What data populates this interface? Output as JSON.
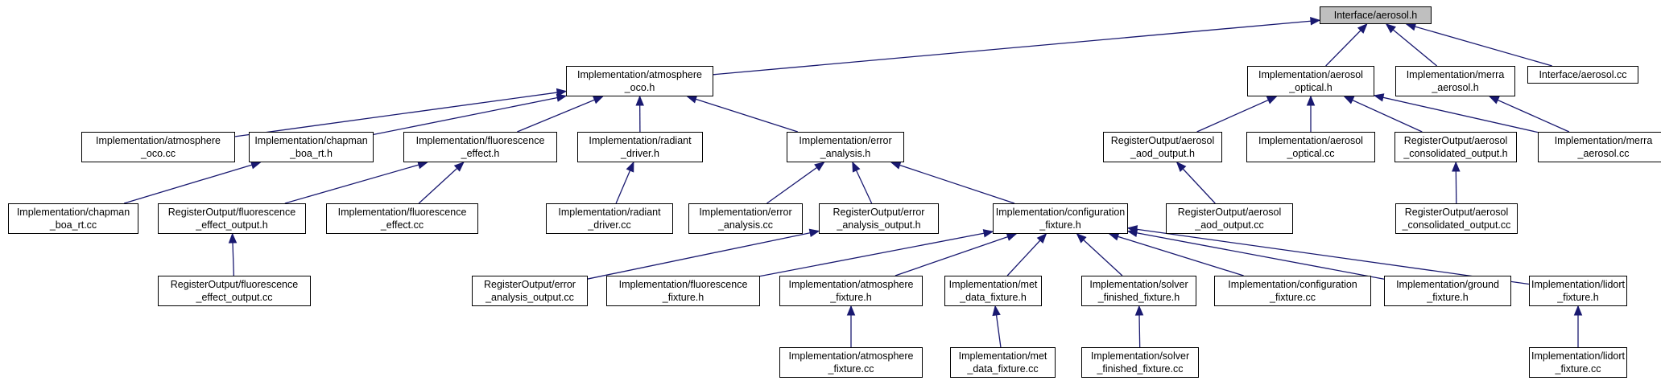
{
  "graph": {
    "edge_color": "#191970",
    "root_fill": "#bfbfbf",
    "nodes": [
      {
        "id": "n0",
        "lines": [
          "Interface/aerosol.h"
        ],
        "root": true
      },
      {
        "id": "n1",
        "lines": [
          "Implementation/atmosphere",
          "_oco.h"
        ]
      },
      {
        "id": "n2",
        "lines": [
          "Implementation/aerosol",
          "_optical.h"
        ]
      },
      {
        "id": "n3",
        "lines": [
          "Implementation/merra",
          "_aerosol.h"
        ]
      },
      {
        "id": "n4",
        "lines": [
          "Interface/aerosol.cc"
        ]
      },
      {
        "id": "n5",
        "lines": [
          "Implementation/atmosphere",
          "_oco.cc"
        ]
      },
      {
        "id": "n6",
        "lines": [
          "Implementation/chapman",
          "_boa_rt.h"
        ]
      },
      {
        "id": "n7",
        "lines": [
          "Implementation/fluorescence",
          "_effect.h"
        ]
      },
      {
        "id": "n8",
        "lines": [
          "Implementation/radiant",
          "_driver.h"
        ]
      },
      {
        "id": "n9",
        "lines": [
          "Implementation/error",
          "_analysis.h"
        ]
      },
      {
        "id": "n10",
        "lines": [
          "RegisterOutput/aerosol",
          "_aod_output.h"
        ]
      },
      {
        "id": "n11",
        "lines": [
          "Implementation/aerosol",
          "_optical.cc"
        ]
      },
      {
        "id": "n12",
        "lines": [
          "RegisterOutput/aerosol",
          "_consolidated_output.h"
        ]
      },
      {
        "id": "n13",
        "lines": [
          "Implementation/merra",
          "_aerosol.cc"
        ]
      },
      {
        "id": "n14",
        "lines": [
          "Implementation/chapman",
          "_boa_rt.cc"
        ]
      },
      {
        "id": "n15",
        "lines": [
          "RegisterOutput/fluorescence",
          "_effect_output.h"
        ]
      },
      {
        "id": "n16",
        "lines": [
          "Implementation/fluorescence",
          "_effect.cc"
        ]
      },
      {
        "id": "n17",
        "lines": [
          "Implementation/radiant",
          "_driver.cc"
        ]
      },
      {
        "id": "n18",
        "lines": [
          "Implementation/error",
          "_analysis.cc"
        ]
      },
      {
        "id": "n19",
        "lines": [
          "RegisterOutput/error",
          "_analysis_output.h"
        ]
      },
      {
        "id": "n20",
        "lines": [
          "Implementation/configuration",
          "_fixture.h"
        ]
      },
      {
        "id": "n21",
        "lines": [
          "RegisterOutput/aerosol",
          "_aod_output.cc"
        ]
      },
      {
        "id": "n22",
        "lines": [
          "RegisterOutput/aerosol",
          "_consolidated_output.cc"
        ]
      },
      {
        "id": "n23",
        "lines": [
          "RegisterOutput/fluorescence",
          "_effect_output.cc"
        ]
      },
      {
        "id": "n24",
        "lines": [
          "RegisterOutput/error",
          "_analysis_output.cc"
        ]
      },
      {
        "id": "n25",
        "lines": [
          "Implementation/fluorescence",
          "_fixture.h"
        ]
      },
      {
        "id": "n26",
        "lines": [
          "Implementation/atmosphere",
          "_fixture.h"
        ]
      },
      {
        "id": "n27",
        "lines": [
          "Implementation/met",
          "_data_fixture.h"
        ]
      },
      {
        "id": "n28",
        "lines": [
          "Implementation/solver",
          "_finished_fixture.h"
        ]
      },
      {
        "id": "n29",
        "lines": [
          "Implementation/configuration",
          "_fixture.cc"
        ]
      },
      {
        "id": "n30",
        "lines": [
          "Implementation/ground",
          "_fixture.h"
        ]
      },
      {
        "id": "n31",
        "lines": [
          "Implementation/lidort",
          "_fixture.h"
        ]
      },
      {
        "id": "n32",
        "lines": [
          "Implementation/atmosphere",
          "_fixture.cc"
        ]
      },
      {
        "id": "n33",
        "lines": [
          "Implementation/met",
          "_data_fixture.cc"
        ]
      },
      {
        "id": "n34",
        "lines": [
          "Implementation/solver",
          "_finished_fixture.cc"
        ]
      },
      {
        "id": "n35",
        "lines": [
          "Implementation/lidort",
          "_fixture.cc"
        ]
      }
    ],
    "edges": [
      {
        "from": "n1",
        "to": "n0"
      },
      {
        "from": "n2",
        "to": "n0"
      },
      {
        "from": "n3",
        "to": "n0"
      },
      {
        "from": "n4",
        "to": "n0"
      },
      {
        "from": "n5",
        "to": "n1"
      },
      {
        "from": "n6",
        "to": "n1"
      },
      {
        "from": "n7",
        "to": "n1"
      },
      {
        "from": "n8",
        "to": "n1"
      },
      {
        "from": "n9",
        "to": "n1"
      },
      {
        "from": "n26",
        "to": "n1"
      },
      {
        "from": "n20",
        "to": "n2"
      },
      {
        "from": "n10",
        "to": "n2"
      },
      {
        "from": "n11",
        "to": "n2"
      },
      {
        "from": "n12",
        "to": "n2"
      },
      {
        "from": "n13",
        "to": "n2"
      },
      {
        "from": "n13",
        "to": "n3"
      },
      {
        "from": "n14",
        "to": "n6"
      },
      {
        "from": "n15",
        "to": "n7"
      },
      {
        "from": "n16",
        "to": "n7"
      },
      {
        "from": "n25",
        "to": "n7"
      },
      {
        "from": "n17",
        "to": "n8"
      },
      {
        "from": "n18",
        "to": "n9"
      },
      {
        "from": "n19",
        "to": "n9"
      },
      {
        "from": "n20",
        "to": "n9"
      },
      {
        "from": "n21",
        "to": "n10"
      },
      {
        "from": "n22",
        "to": "n12"
      },
      {
        "from": "n23",
        "to": "n15"
      },
      {
        "from": "n24",
        "to": "n19"
      },
      {
        "from": "n25",
        "to": "n20"
      },
      {
        "from": "n26",
        "to": "n20"
      },
      {
        "from": "n27",
        "to": "n20"
      },
      {
        "from": "n28",
        "to": "n20"
      },
      {
        "from": "n29",
        "to": "n20"
      },
      {
        "from": "n30",
        "to": "n20"
      },
      {
        "from": "n31",
        "to": "n20"
      },
      {
        "from": "n32",
        "to": "n26"
      },
      {
        "from": "n33",
        "to": "n27"
      },
      {
        "from": "n34",
        "to": "n28"
      },
      {
        "from": "n35",
        "to": "n31"
      }
    ]
  }
}
